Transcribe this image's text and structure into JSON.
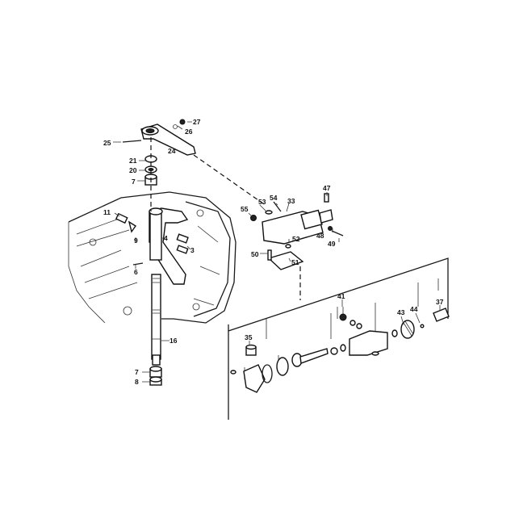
{
  "diagram": {
    "type": "exploded parts diagram",
    "callouts": {
      "c27": "27",
      "c26": "26",
      "c25": "25",
      "c24": "24",
      "c21": "21",
      "c20": "20",
      "c7a": "7",
      "c11": "11",
      "c9": "9",
      "c4": "4",
      "c3": "3",
      "c6": "6",
      "c16": "16",
      "c7b": "7",
      "c8": "8",
      "c47": "47",
      "c53": "53",
      "c54": "54",
      "c33": "33",
      "c55": "55",
      "c52": "52",
      "c48": "48",
      "c49": "49",
      "c50": "50",
      "c51": "51",
      "c41": "41",
      "c43": "43",
      "c44": "44",
      "c37": "37",
      "c35": "35"
    }
  }
}
